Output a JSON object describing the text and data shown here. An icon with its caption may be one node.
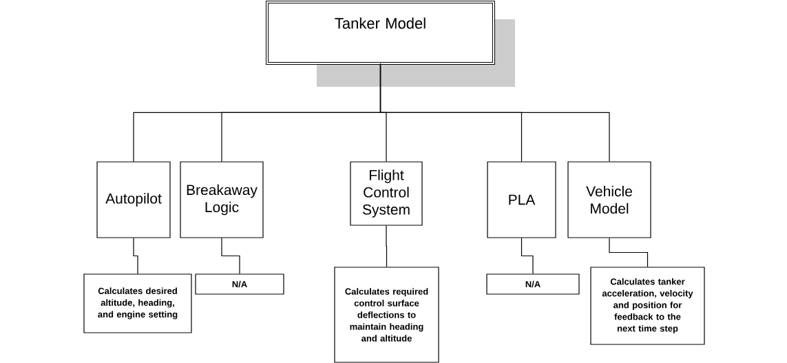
{
  "diagram": {
    "nodes": [
      {
        "text": [
          "Tanker Model"
        ]
      },
      {
        "text": [
          "Autopilot"
        ]
      },
      {
        "text": [
          "Breakaway Logic"
        ]
      },
      {
        "text": [
          "Flight Control System"
        ]
      },
      {
        "text": [
          "PLA"
        ]
      },
      {
        "text": [
          "Vehicle Model"
        ]
      },
      {
        "text": [
          "Calculates desired altitude, heading, and engine setting"
        ]
      },
      {
        "text": [
          "N/A"
        ]
      },
      {
        "text": [
          "Calculates required control surface deflections to maintain heading and altitude"
        ]
      },
      {
        "text": [
          "N/A"
        ]
      },
      {
        "text": [
          "Calculates tanker acceleration, velocity and position for feedback to the next time step"
        ]
      }
    ],
    "edges": [
      {
        "from": 0,
        "to": 1,
        "arrow": "none"
      },
      {
        "from": 0,
        "to": 2,
        "arrow": "none"
      },
      {
        "from": 0,
        "to": 3,
        "arrow": "none"
      },
      {
        "from": 0,
        "to": 4,
        "arrow": "none"
      },
      {
        "from": 0,
        "to": 5,
        "arrow": "none"
      },
      {
        "from": 1,
        "to": 6,
        "arrow": "none"
      },
      {
        "from": 2,
        "to": 7,
        "arrow": "none"
      },
      {
        "from": 3,
        "to": 8,
        "arrow": "none"
      },
      {
        "from": 4,
        "to": 9,
        "arrow": "none"
      },
      {
        "from": 5,
        "to": 10,
        "arrow": "none"
      }
    ]
  }
}
